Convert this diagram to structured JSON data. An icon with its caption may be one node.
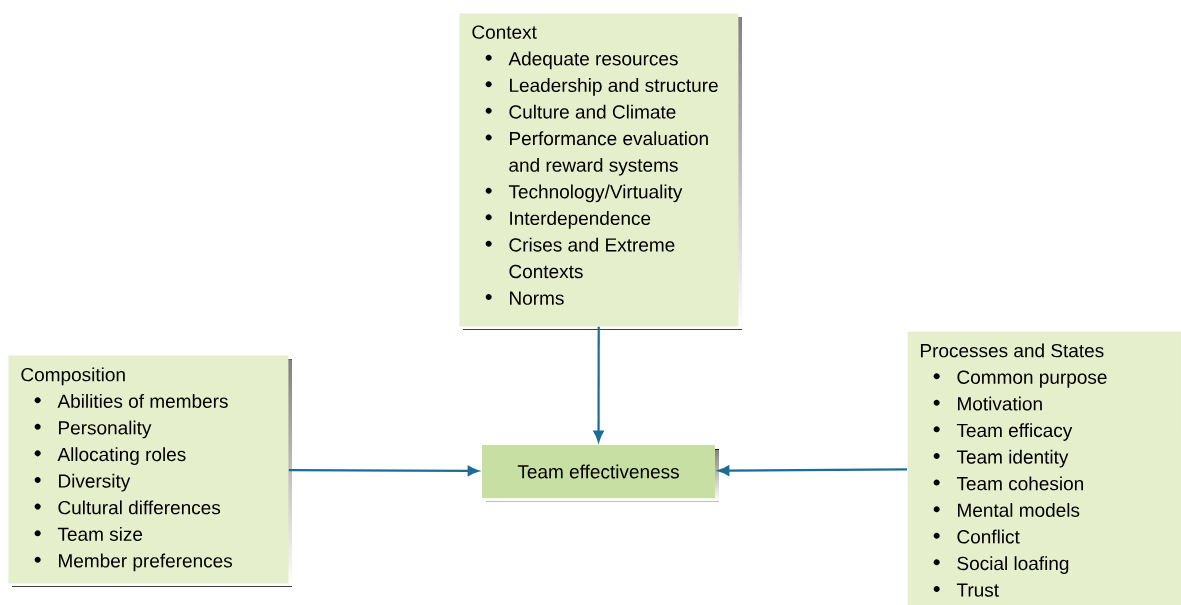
{
  "diagram": {
    "nodes": [
      {
        "text": [
          "Context",
          "Adequate resources",
          "Leadership and structure",
          "Culture and Climate",
          "Performance evaluation and reward systems",
          "Technology/Virtuality",
          "Interdependence",
          "Crises and Extreme Contexts",
          "Norms"
        ]
      },
      {
        "text": [
          "Composition",
          "Abilities of members",
          "Personality",
          "Allocating roles",
          "Diversity",
          "Cultural differences",
          "Team size",
          "Member preferences"
        ]
      },
      {
        "text": [
          "Team effectiveness"
        ]
      },
      {
        "text": [
          "Processes and States",
          "Common purpose",
          "Motivation",
          "Team efficacy",
          "Team identity",
          "Team cohesion",
          "Mental models",
          "Conflict",
          "Social loafing",
          "Trust"
        ]
      }
    ],
    "edges": [
      {
        "from": 0,
        "to": 2,
        "arrow": "to"
      },
      {
        "from": 1,
        "to": 2,
        "arrow": "to"
      },
      {
        "from": 3,
        "to": 2,
        "arrow": "to"
      }
    ]
  }
}
